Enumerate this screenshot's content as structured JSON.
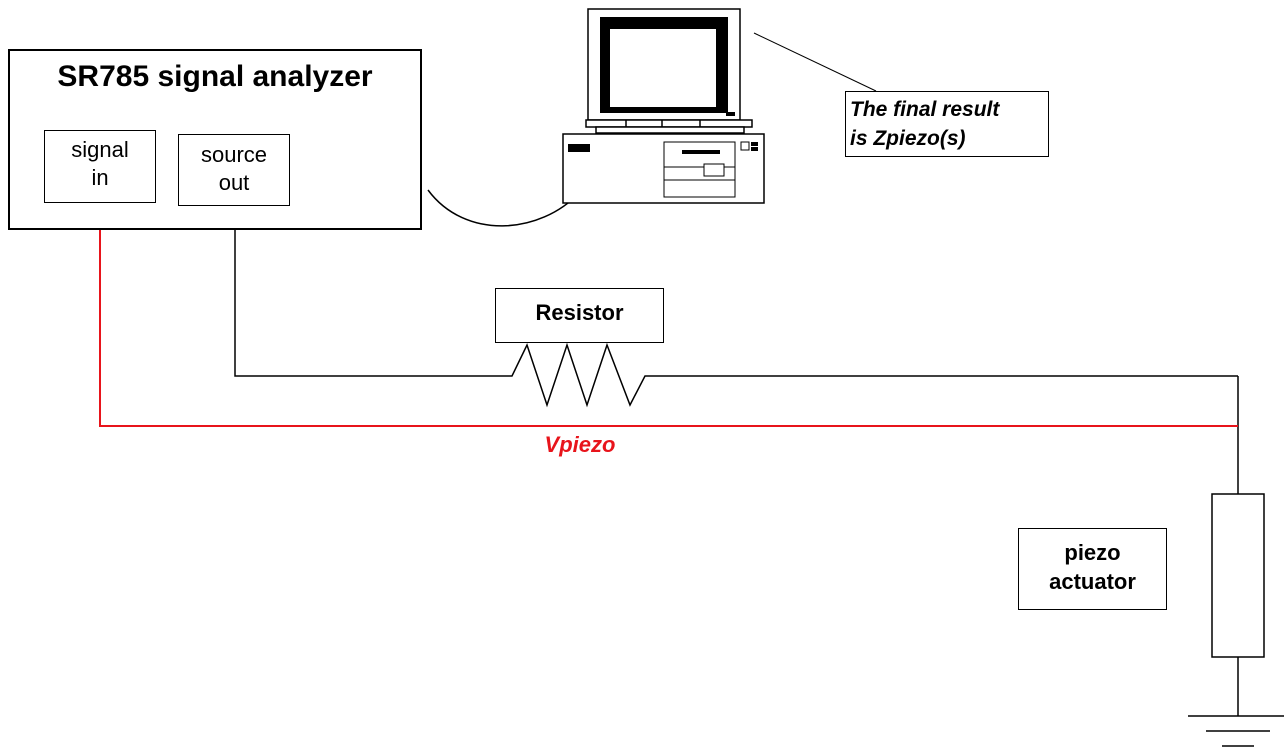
{
  "analyzer": {
    "title": "SR785 signal analyzer",
    "signal_in": [
      "signal",
      "in"
    ],
    "source_out": [
      "source",
      "out"
    ]
  },
  "computer": {
    "icon": "desktop-computer-icon"
  },
  "result_callout": [
    "The final result",
    "is Zpiezo(s)"
  ],
  "resistor": {
    "label": "Resistor",
    "icon": "resistor-zigzag-icon"
  },
  "vpiezo_label": "Vpiezo",
  "piezo": {
    "label": [
      "piezo",
      "actuator"
    ]
  },
  "ground": {
    "icon": "ground-icon"
  },
  "colors": {
    "vpiezo_wire": "#e8141b",
    "wire": "#000000"
  }
}
